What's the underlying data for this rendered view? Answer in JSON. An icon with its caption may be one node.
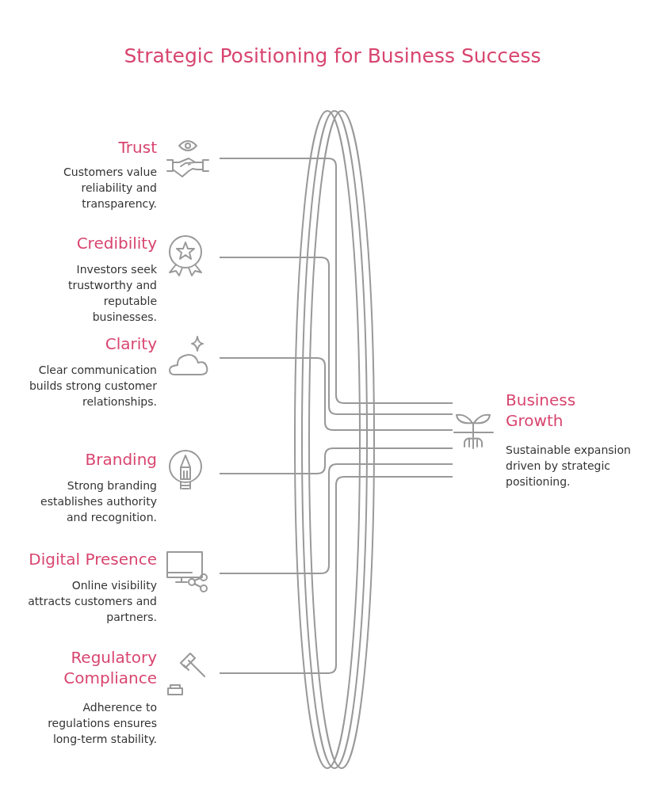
{
  "diagram": {
    "title": "Strategic Positioning for Business Success",
    "nodes": [
      {
        "text": [
          "Trust",
          "Customers value reliability and transparency."
        ]
      },
      {
        "text": [
          "Credibility",
          "Investors seek trustworthy and reputable businesses."
        ]
      },
      {
        "text": [
          "Clarity",
          "Clear communication builds strong customer relationships."
        ]
      },
      {
        "text": [
          "Branding",
          "Strong branding establishes authority and recognition."
        ]
      },
      {
        "text": [
          "Digital Presence",
          "Online visibility attracts customers and partners."
        ]
      },
      {
        "text": [
          "Regulatory Compliance",
          "Adherence to regulations ensures long-term stability."
        ]
      },
      {
        "text": [
          "Business Growth",
          "Sustainable expansion driven by strategic positioning."
        ]
      }
    ],
    "edges": [
      {
        "from": 0,
        "to": 6,
        "arrow": "none"
      },
      {
        "from": 1,
        "to": 6,
        "arrow": "none"
      },
      {
        "from": 2,
        "to": 6,
        "arrow": "none"
      },
      {
        "from": 3,
        "to": 6,
        "arrow": "none"
      },
      {
        "from": 4,
        "to": 6,
        "arrow": "none"
      },
      {
        "from": 5,
        "to": 6,
        "arrow": "none"
      }
    ]
  }
}
